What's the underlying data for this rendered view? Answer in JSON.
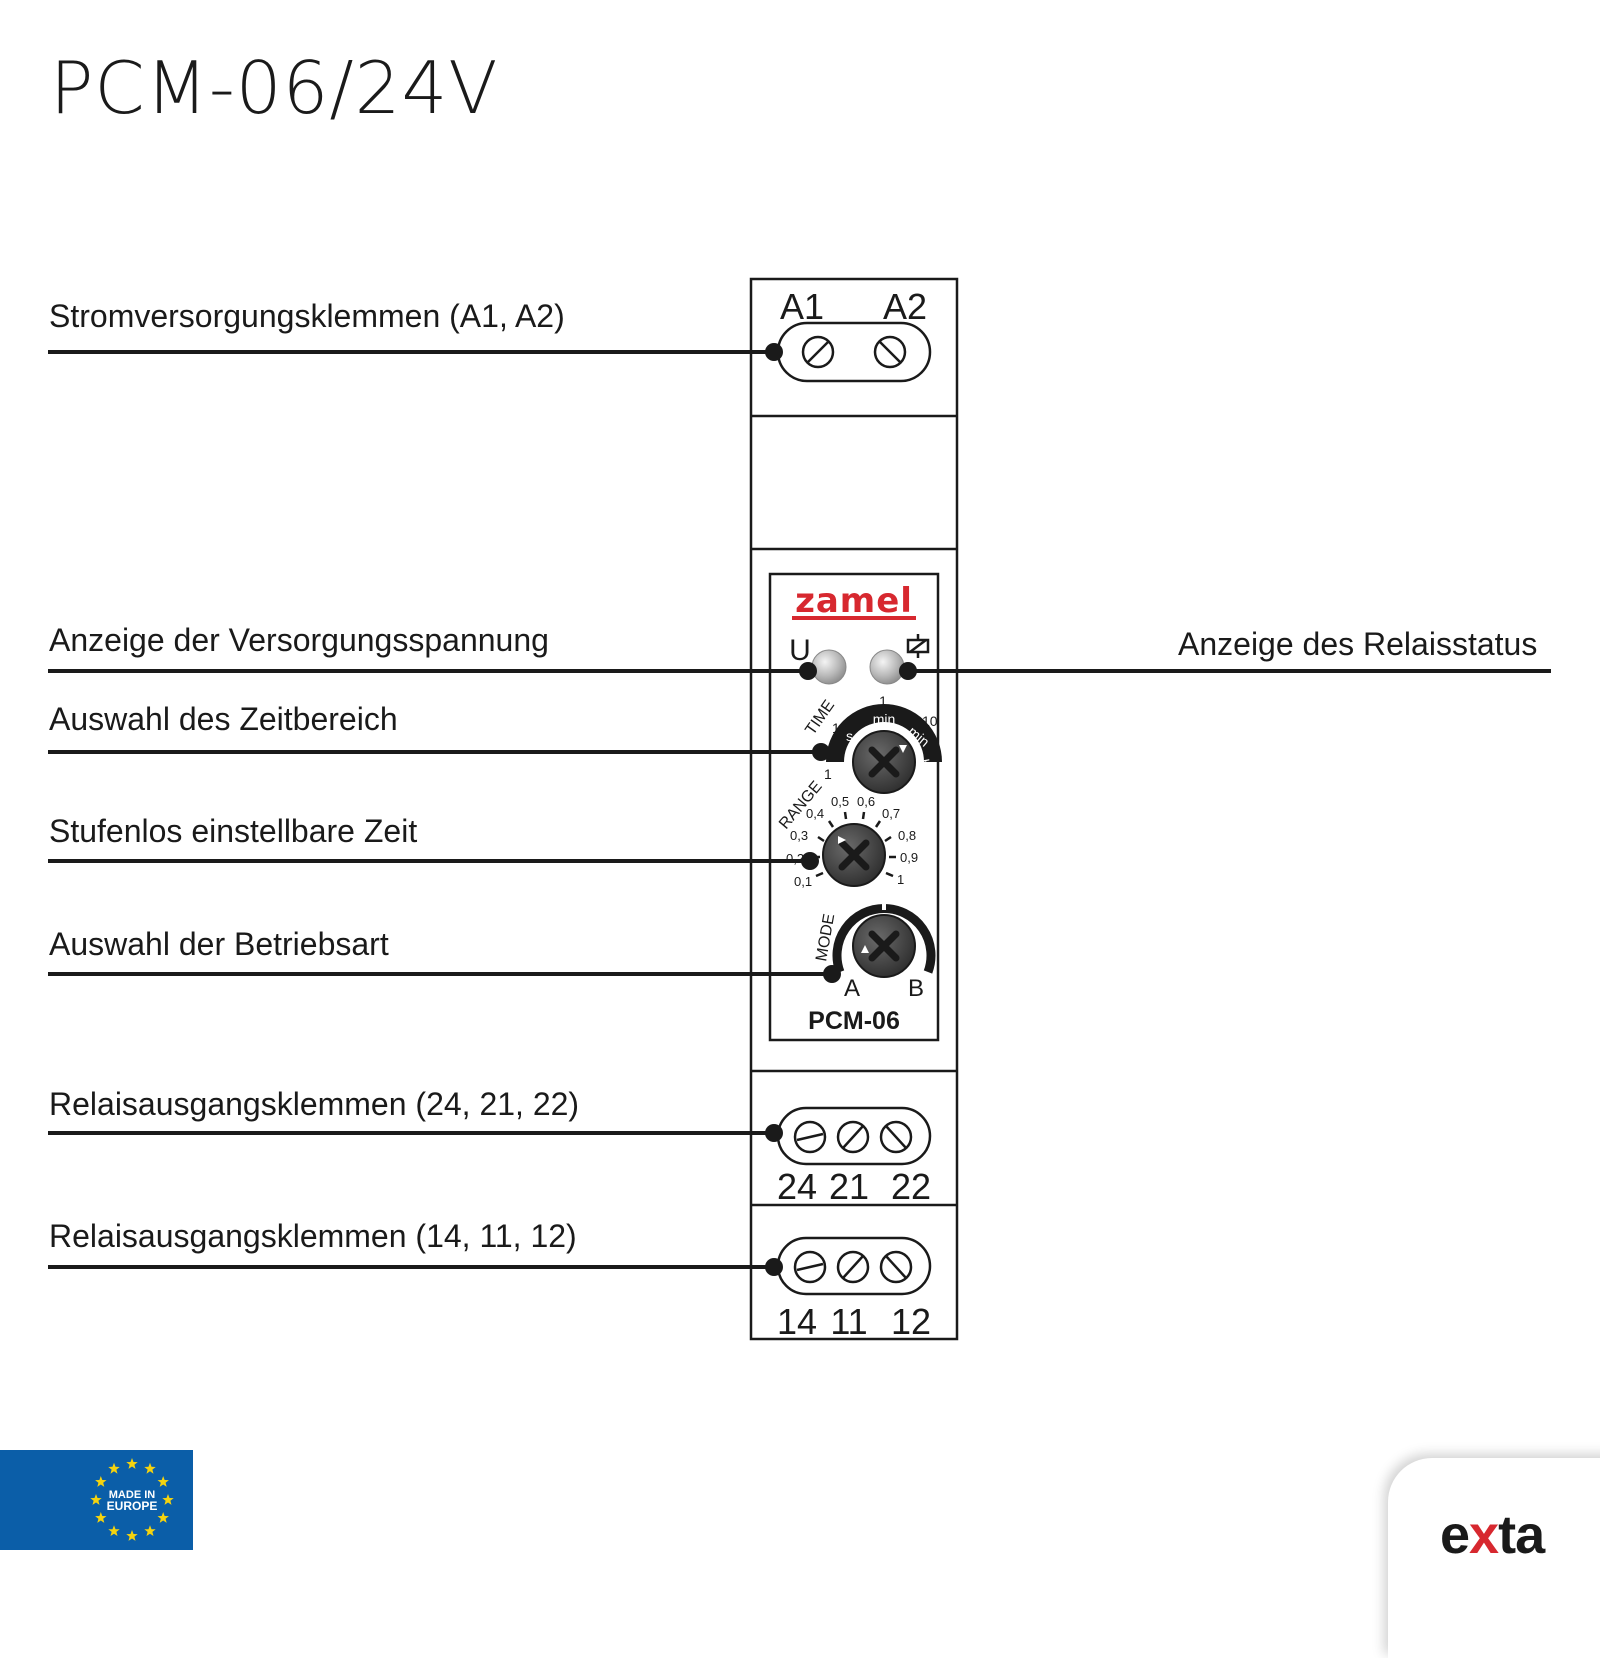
{
  "title": "PCM-06/24V",
  "callouts": {
    "power_terminals": "Stromversorgungsklemmen (A1, A2)",
    "supply_indicator": "Anzeige der Versorgungsspannung",
    "relay_indicator": "Anzeige des Relaisstatus",
    "time_range_selector": "Auswahl des Zeitbereich",
    "time_adjust": "Stufenlos einstellbare Zeit",
    "mode_selector": "Auswahl der Betriebsart",
    "relay_terminals_2": "Relaisausgangsklemmen (24, 21, 22)",
    "relay_terminals_1": "Relaisausgangsklemmen (14, 11, 12)"
  },
  "device": {
    "top_terminal_labels": [
      "A1",
      "A2"
    ],
    "brand": "zamel",
    "led_supply_label": "U",
    "time_label": "TIME",
    "time_ticks": [
      "1",
      "10",
      "1",
      "10"
    ],
    "time_units": [
      "s",
      "s",
      "min",
      "min",
      "h"
    ],
    "range_label": "RANGE",
    "range_ticks": [
      "0,1",
      "0,2",
      "0,3",
      "0,4",
      "0,5",
      "0,6",
      "0,7",
      "0,8",
      "0,9",
      "1"
    ],
    "mode_label": "MODE",
    "mode_options": [
      "A",
      "B"
    ],
    "model": "PCM-06",
    "relay2_labels": [
      "24",
      "21",
      "22"
    ],
    "relay1_labels": [
      "14",
      "11",
      "12"
    ]
  },
  "badge": {
    "line1": "MADE IN",
    "line2": "EUROPE"
  },
  "logo": {
    "e": "e",
    "x": "x",
    "ta": "ta"
  },
  "colors": {
    "brand_red": "#d7282f",
    "eu_blue": "#0b5ea8",
    "eu_star": "#f5d30f"
  }
}
